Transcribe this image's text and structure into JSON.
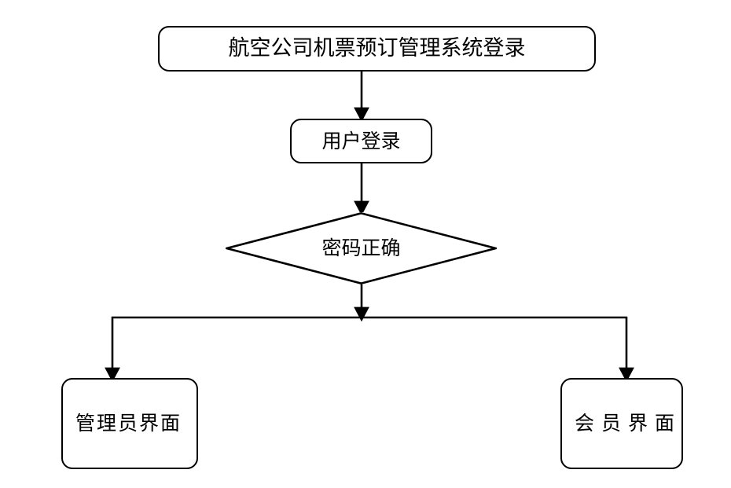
{
  "diagram": {
    "type": "flowchart",
    "title": "航空公司机票预订管理系统登录",
    "background_color": "#ffffff",
    "stroke_color": "#000000",
    "text_color": "#000000",
    "nodes": [
      {
        "id": "title",
        "label": "航空公司机票预订管理系统登录",
        "shape": "rounded-rectangle"
      },
      {
        "id": "login",
        "label": "用户登录",
        "shape": "rounded-rectangle"
      },
      {
        "id": "decision",
        "label": "密码正确",
        "shape": "diamond"
      },
      {
        "id": "admin",
        "label": "管理员界面",
        "shape": "rounded-rectangle"
      },
      {
        "id": "member",
        "label": "会员界面",
        "shape": "rounded-rectangle"
      }
    ],
    "edges": [
      {
        "from": "title",
        "to": "login",
        "label": ""
      },
      {
        "from": "login",
        "to": "decision",
        "label": ""
      },
      {
        "from": "decision",
        "to": "admin",
        "label": ""
      },
      {
        "from": "decision",
        "to": "member",
        "label": ""
      }
    ]
  }
}
